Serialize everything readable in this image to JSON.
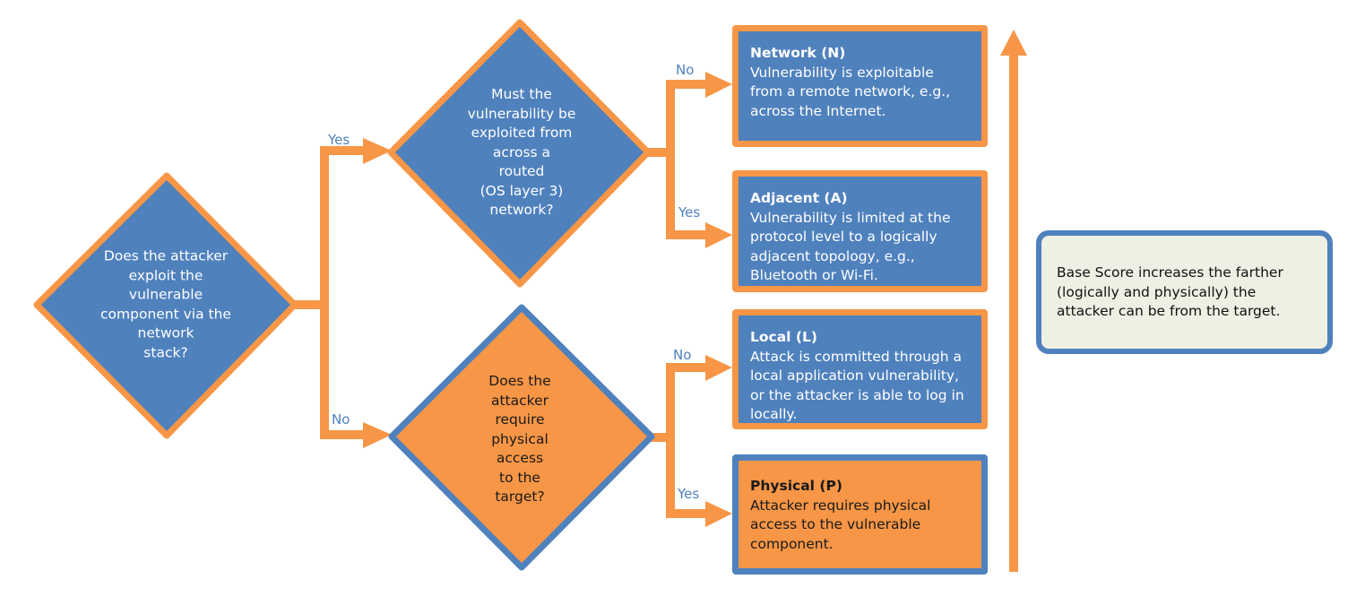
{
  "colors": {
    "blue": "#4F81BD",
    "orange": "#F79646",
    "note_background": "#EEF0E4",
    "label_text": "#4F81BD"
  },
  "decisions": {
    "network_stack": "Does the attacker\nexploit the\nvulnerable\ncomponent via the\nnetwork\nstack?",
    "routed_network": "Must the\nvulnerability be\nexploited from\nacross a\nrouted\n(OS layer 3)\nnetwork?",
    "physical_access": "Does the\nattacker\nrequire\nphysical\naccess\nto the\ntarget?"
  },
  "edge_labels": {
    "stack_yes": "Yes",
    "stack_no": "No",
    "routed_no": "No",
    "routed_yes": "Yes",
    "physical_no": "No",
    "physical_yes": "Yes"
  },
  "outcomes": [
    {
      "title": "Network (N)",
      "description": "Vulnerability is exploitable from a remote network, e.g., across the Internet."
    },
    {
      "title": "Adjacent (A)",
      "description": "Vulnerability is limited at the protocol level to a logically adjacent topology, e.g., Bluetooth or Wi-Fi."
    },
    {
      "title": "Local (L)",
      "description": "Attack is committed through a local application vulnerability, or the attacker is able to log in locally."
    },
    {
      "title": "Physical (P)",
      "description": "Attacker requires physical access to the vulnerable component."
    }
  ],
  "note": {
    "text": "Base Score increases the farther (logically and physically) the attacker can be from the target."
  },
  "scale_arrow": {
    "direction": "up",
    "meaning": "increasing base score"
  }
}
